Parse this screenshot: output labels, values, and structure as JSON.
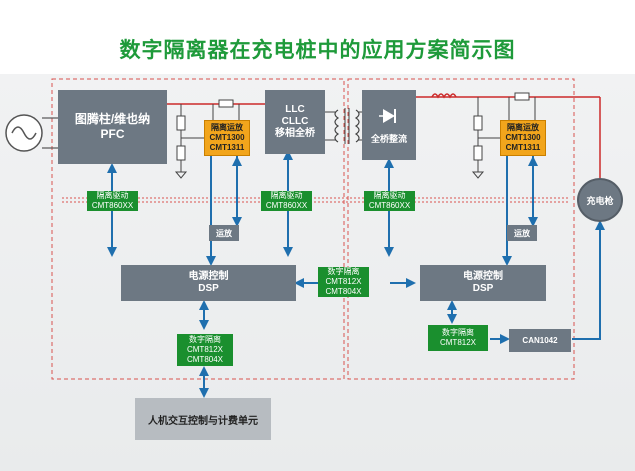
{
  "title": "数字隔离器在充电桩中的应用方案简示图",
  "blocks": {
    "pfc_line1": "图腾柱/维也纳",
    "pfc_line2": "PFC",
    "llc_line1": "LLC",
    "llc_line2": "CLLC",
    "llc_line3": "移相全桥",
    "rectifier": "全桥整流",
    "charger_gun": "充电枪",
    "dsp_left_line1": "电源控制",
    "dsp_left_line2": "DSP",
    "dsp_right_line1": "电源控制",
    "dsp_right_line2": "DSP",
    "hmi": "人机交互控制与计费单元",
    "can": "CAN1042"
  },
  "amps": {
    "left": [
      "隔离运放",
      "CMT1300",
      "CMT1311"
    ],
    "right": [
      "隔离运放",
      "CMT1300",
      "CMT1311"
    ],
    "opamp_left": "运放",
    "opamp_right": "运放"
  },
  "drivers": {
    "left_a": [
      "隔离驱动",
      "CMT860XX"
    ],
    "left_b": [
      "隔离驱动",
      "CMT860XX"
    ],
    "right_a": [
      "隔离驱动",
      "CMT860XX"
    ]
  },
  "isolators": {
    "middle": [
      "数字隔离",
      "CMT812X",
      "CMT804X"
    ],
    "bottom_left": [
      "数字隔离",
      "CMT812X",
      "CMT804X"
    ],
    "bottom_right": [
      "数字隔离",
      "CMT812X"
    ]
  },
  "colors": {
    "title": "#1e9a3a",
    "power_line": "#cc2a2a",
    "signal_arrow": "#1f6fae",
    "block_gray": "#6d7883",
    "isolator_green": "#1a8f2e",
    "amp_orange": "#f2a51c",
    "dashed_border": "#d9534f"
  }
}
